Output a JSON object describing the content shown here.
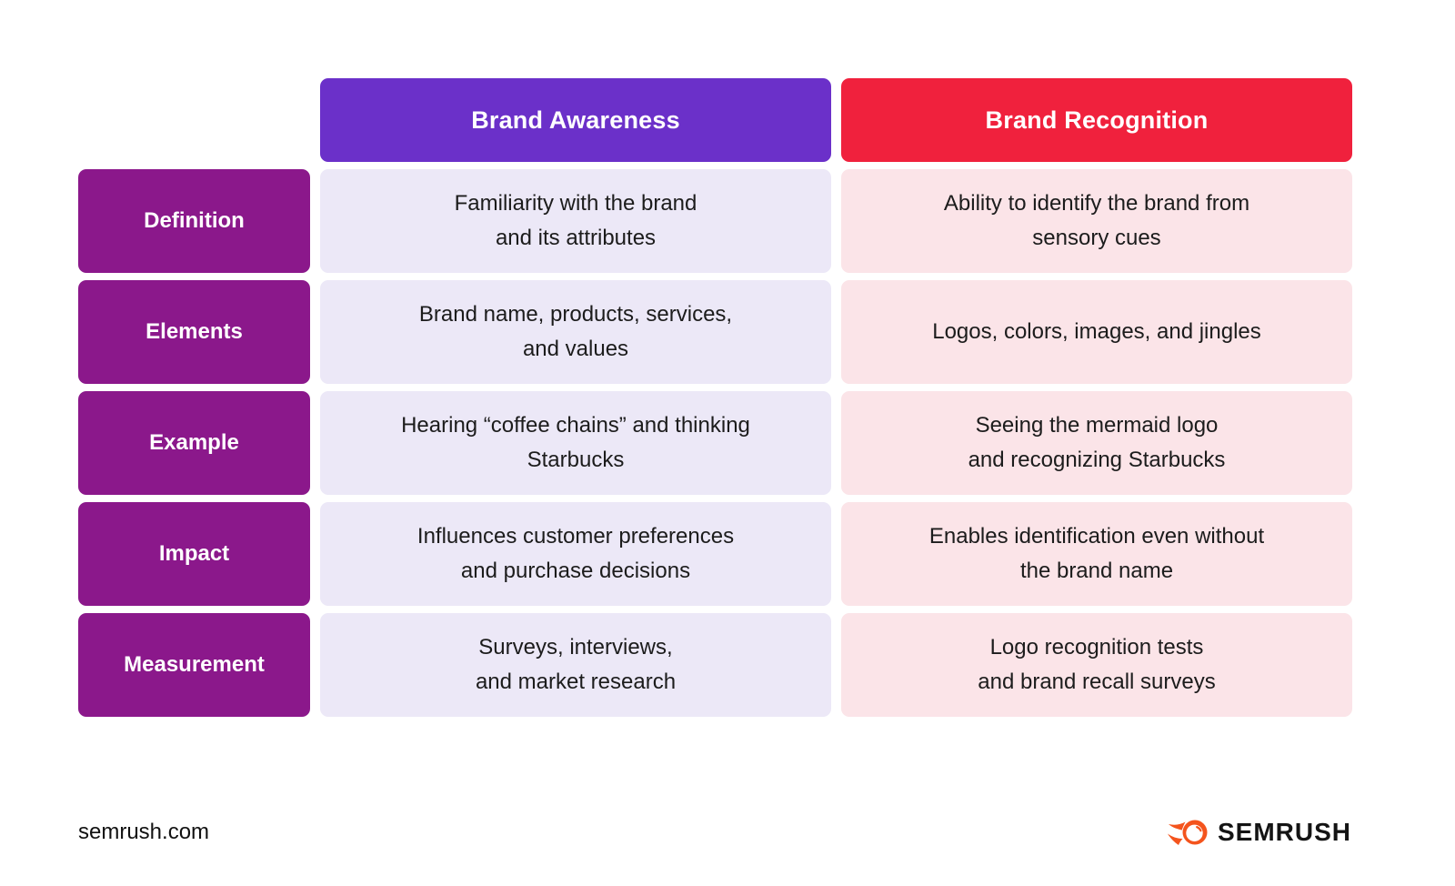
{
  "table": {
    "columns": [
      {
        "label": "Brand Awareness",
        "color": "#6B30C9"
      },
      {
        "label": "Brand Recognition",
        "color": "#F0213D"
      }
    ],
    "row_label_color": "#8B188B",
    "awareness_cell_color": "#ECE8F7",
    "recognition_cell_color": "#FBE4E8",
    "rows": [
      {
        "label": "Definition",
        "awareness": "Familiarity with the brand\nand its attributes",
        "recognition": "Ability to identify the brand from\nsensory cues"
      },
      {
        "label": "Elements",
        "awareness": "Brand name, products, services,\nand values",
        "recognition": "Logos, colors, images, and jingles"
      },
      {
        "label": "Example",
        "awareness": "Hearing “coffee chains” and thinking\nStarbucks",
        "recognition": "Seeing the mermaid logo\nand recognizing Starbucks"
      },
      {
        "label": "Impact",
        "awareness": "Influences customer preferences\nand purchase decisions",
        "recognition": "Enables identification even without\nthe brand name"
      },
      {
        "label": "Measurement",
        "awareness": "Surveys, interviews,\nand market research",
        "recognition": "Logo recognition tests\nand brand recall surveys"
      }
    ]
  },
  "footer": {
    "site": "semrush.com",
    "brand": "SEMRUSH",
    "logo_color": "#F4541D"
  }
}
